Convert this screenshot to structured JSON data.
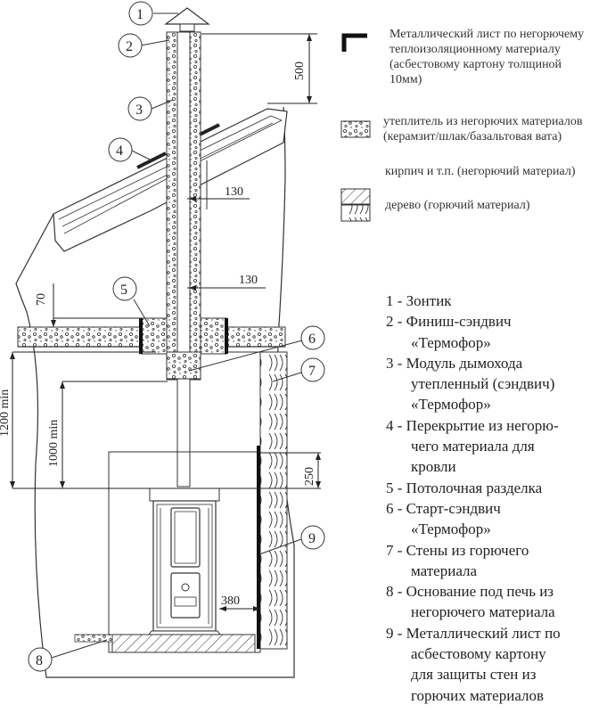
{
  "legend": [
    {
      "lines": [
        "Металлический лист по негорючему",
        "теплоизоляционному материалу",
        "(асбестовому картону толщиной",
        "10мм)"
      ],
      "icon": "metal-sheet-icon"
    },
    {
      "lines": [
        "утеплитель из негорючих материалов",
        "(керамзит/шлак/базальтовая вата)"
      ],
      "icon": "insulation-icon"
    },
    {
      "lines": [
        "кирпич и т.п. (негорючий материал)"
      ],
      "icon": "brick-icon"
    },
    {
      "lines": [
        "дерево (горючий материал)"
      ],
      "icon": "wood-icon"
    }
  ],
  "parts": [
    {
      "lines": [
        "1 - Зонтик"
      ]
    },
    {
      "lines": [
        "2 - Финиш-сэндвич",
        "«Термофор»"
      ]
    },
    {
      "lines": [
        "3 - Модуль дымохода",
        "утепленный (сэндвич)",
        "«Термофор»"
      ]
    },
    {
      "lines": [
        "4 - Перекрытие из негорю-",
        "чего материала для",
        "кровли"
      ]
    },
    {
      "lines": [
        "5 - Потолочная разделка"
      ]
    },
    {
      "lines": [
        "6 - Старт-сэндвич",
        "«Термофор»"
      ]
    },
    {
      "lines": [
        "7 - Стены из горючего",
        "материала"
      ]
    },
    {
      "lines": [
        "8 - Основание под печь из",
        "негорючего материала"
      ]
    },
    {
      "lines": [
        "9 - Металлический лист по",
        "асбестовому картону",
        "для защиты стен из",
        "горючих материалов"
      ]
    }
  ],
  "callouts": [
    "1",
    "2",
    "3",
    "4",
    "5",
    "6",
    "7",
    "8",
    "9"
  ],
  "dimensions": {
    "d500": "500",
    "d130_top": "130",
    "d130_mid": "130",
    "d70": "70",
    "d1200": "1200 min",
    "d1000": "1000 min",
    "d250": "250",
    "d380": "380"
  }
}
